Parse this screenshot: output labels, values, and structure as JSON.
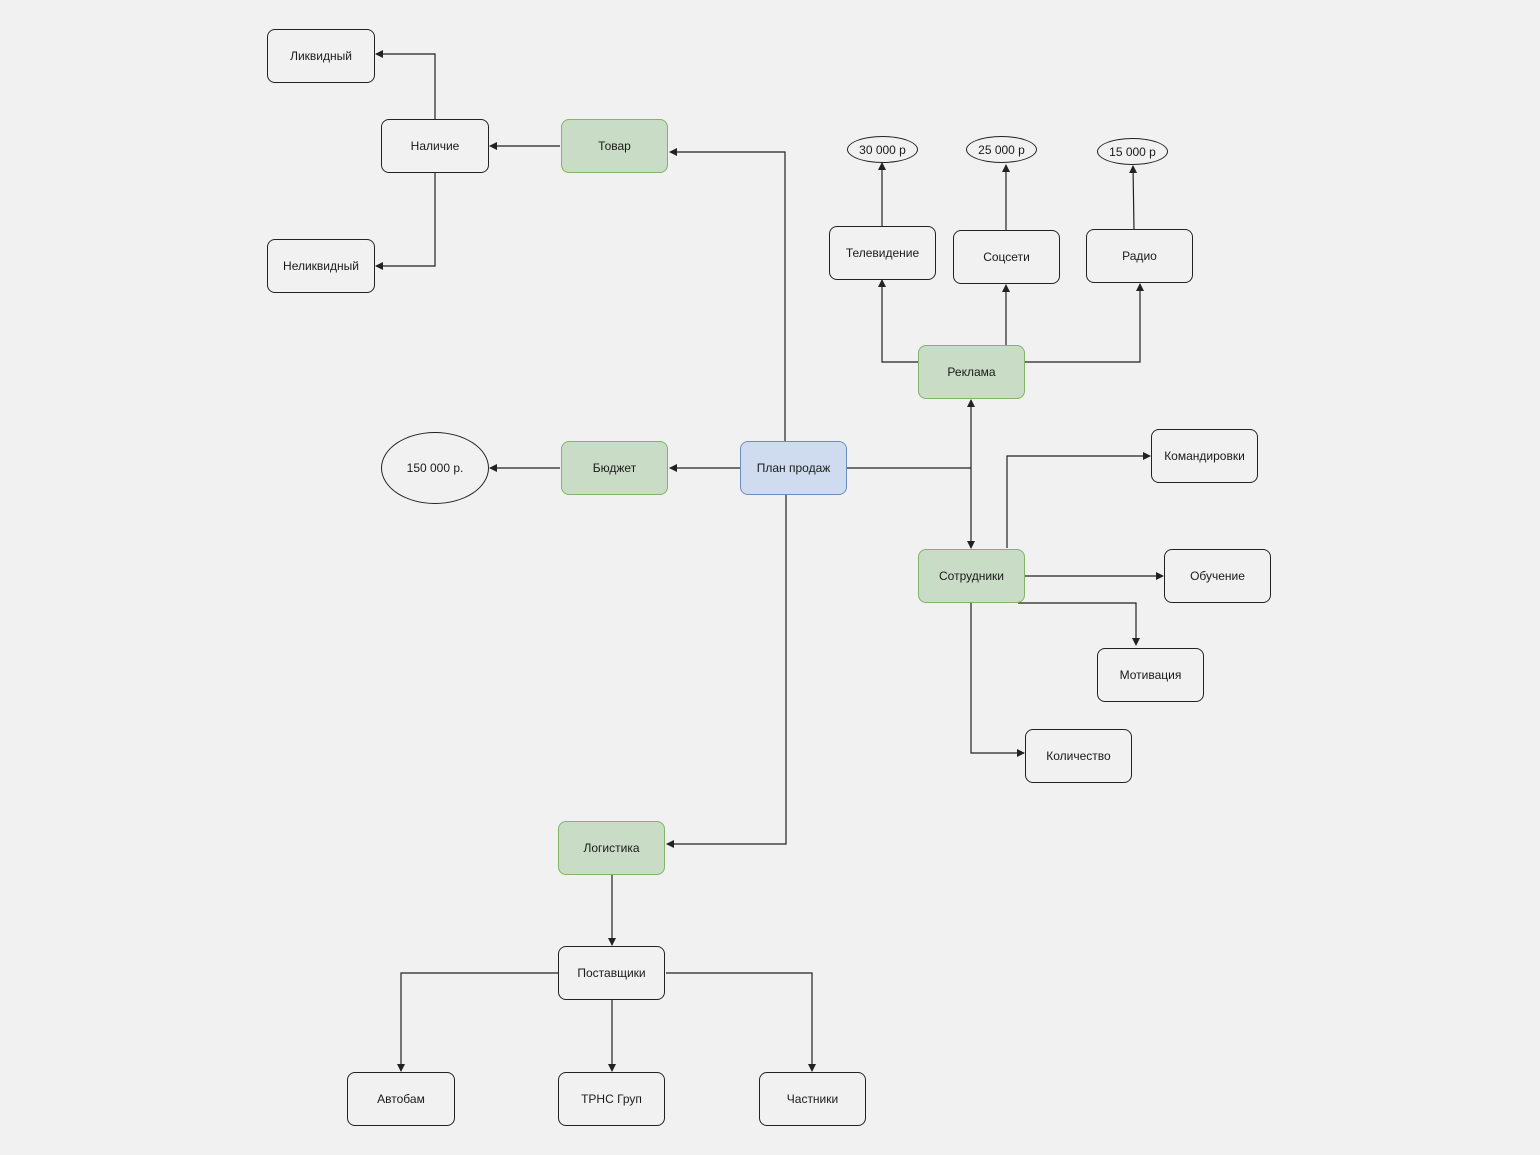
{
  "nodes": {
    "plan": "План продаж",
    "tovar": "Товар",
    "nalichie": "Наличие",
    "likvidny": "Ликвидный",
    "nelikvidny": "Неликвидный",
    "budget": "Бюджет",
    "budget_amount": "150 000 р.",
    "reklama": "Реклама",
    "tv": "Телевидение",
    "socseti": "Соцсети",
    "radio": "Радио",
    "tv_price": "30 000 р",
    "socseti_price": "25 000 р",
    "radio_price": "15 000 р",
    "sotrudniki": "Сотрудники",
    "komandirovki": "Командировки",
    "obuchenie": "Обучение",
    "motivaciya": "Мотивация",
    "kolichestvo": "Количество",
    "logistika": "Логистика",
    "postavshchiki": "Поставщики",
    "avtobam": "Автобам",
    "trns": "ТРНС Груп",
    "chastniki": "Частники"
  },
  "colors": {
    "background": "#f1f1f1",
    "green_fill": "#c9dcc6",
    "green_stroke": "#82b366",
    "blue_fill": "#cfdcef",
    "blue_stroke": "#6c8ebf",
    "line": "#222222"
  }
}
